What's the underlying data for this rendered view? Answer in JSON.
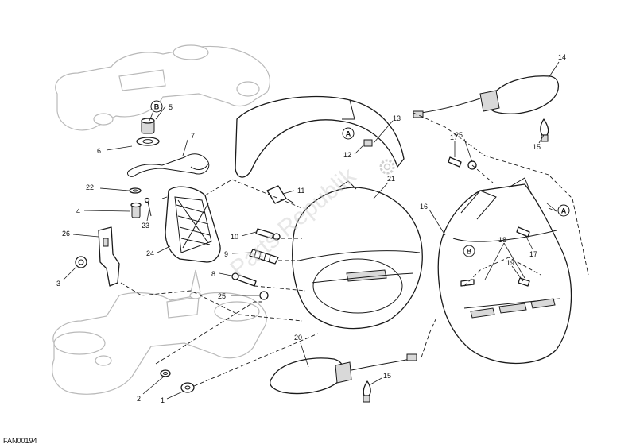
{
  "diagram": {
    "figure_code": "FAN00194",
    "watermark": "Parts Republik",
    "reference_marks": [
      "A",
      "B"
    ],
    "callouts": [
      "1",
      "2",
      "3",
      "4",
      "5",
      "6",
      "7",
      "8",
      "9",
      "10",
      "11",
      "12",
      "13",
      "14",
      "15",
      "16",
      "17",
      "18",
      "19",
      "20",
      "21",
      "22",
      "23",
      "24",
      "25",
      "26"
    ]
  }
}
